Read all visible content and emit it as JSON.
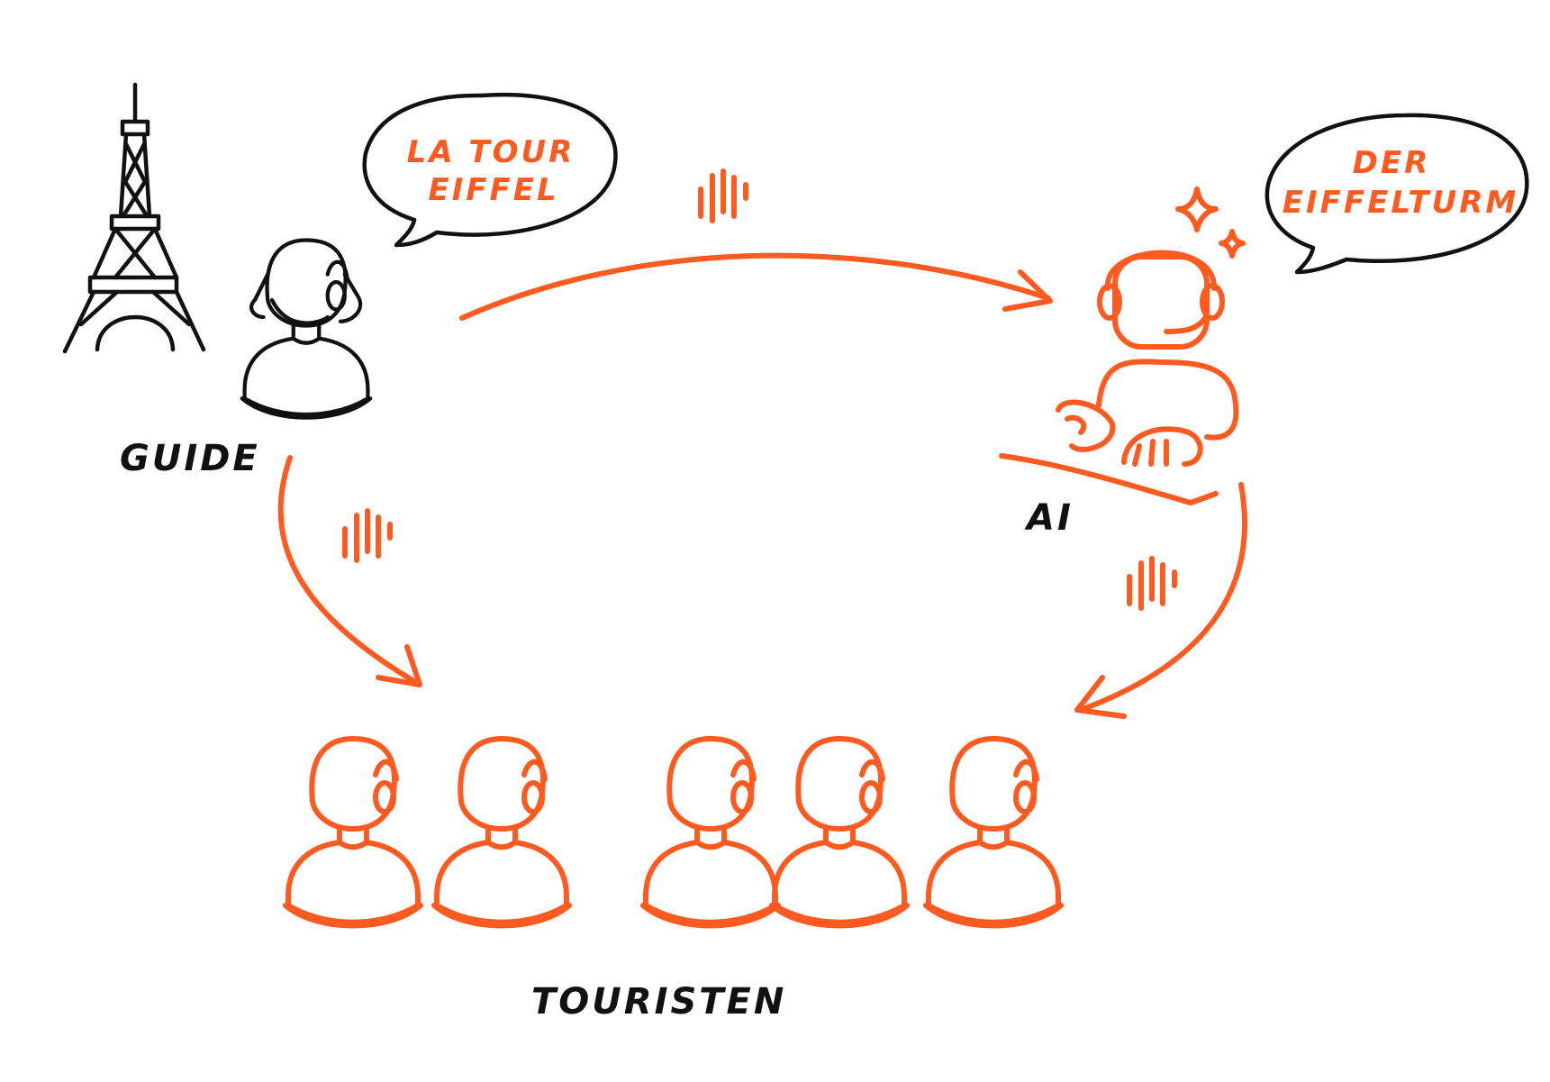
{
  "colors": {
    "accent": "#ff5a1f",
    "ink": "#111111",
    "background": "#ffffff"
  },
  "guide": {
    "label": "GUIDE",
    "speech": [
      "LA TOUR",
      "EIFFEL"
    ]
  },
  "ai": {
    "label": "AI",
    "speech": [
      "DER",
      "EIFFELTURM"
    ]
  },
  "tourists": {
    "label": "TOURISTEN",
    "count": 5
  },
  "icons": [
    "eiffel-tower-icon",
    "guide-headset-person-icon",
    "ai-robot-icon",
    "sound-wave-icon",
    "sparkle-icon",
    "tourist-headset-icon",
    "arrow-icon"
  ]
}
